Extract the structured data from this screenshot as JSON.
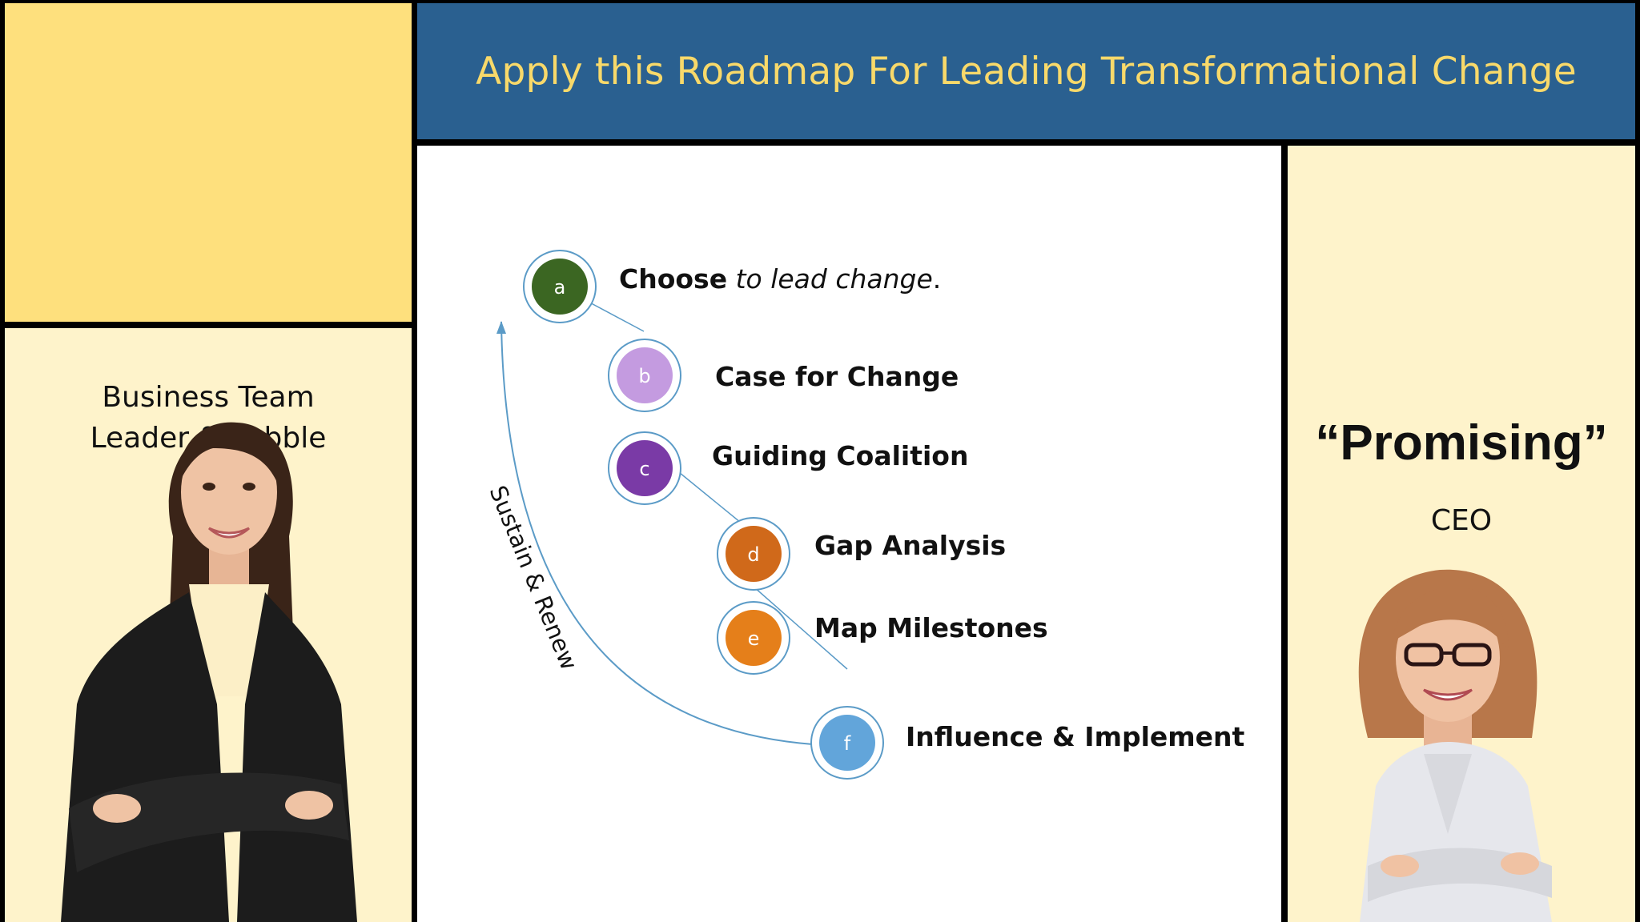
{
  "header": {
    "title": "Apply this Roadmap For Leading Transformational Change"
  },
  "left_panel": {
    "caption_line1": "Business Team",
    "caption_line2": "Leader & Pebble",
    "person": "businesswoman-photo"
  },
  "right_panel": {
    "title": "“Promising”",
    "subtitle": "CEO",
    "person": "ceo-photo"
  },
  "roadmap": {
    "cycle_label": "Sustain & Renew",
    "steps": [
      {
        "letter": "a",
        "label_bold": "Choose",
        "label_italic": "to lead change",
        "label_end": ".",
        "color": "#3b6622"
      },
      {
        "letter": "b",
        "label_bold": "Case for Change",
        "color": "#c49be0"
      },
      {
        "letter": "c",
        "label_bold": "Guiding Coalition",
        "color": "#7a3aa6"
      },
      {
        "letter": "d",
        "label_bold": "Gap Analysis",
        "color": "#d0691a"
      },
      {
        "letter": "e",
        "label_bold": "Map Milestones",
        "color": "#e57f1a"
      },
      {
        "letter": "f",
        "label_bold": "Influence & Implement",
        "color": "#62a5da"
      }
    ]
  },
  "colors": {
    "header_bg": "#2a6090",
    "header_text": "#f8d96a",
    "top_left_bg": "#fee07d",
    "side_bg": "#fef3cb",
    "connector": "#5b9bc7"
  }
}
